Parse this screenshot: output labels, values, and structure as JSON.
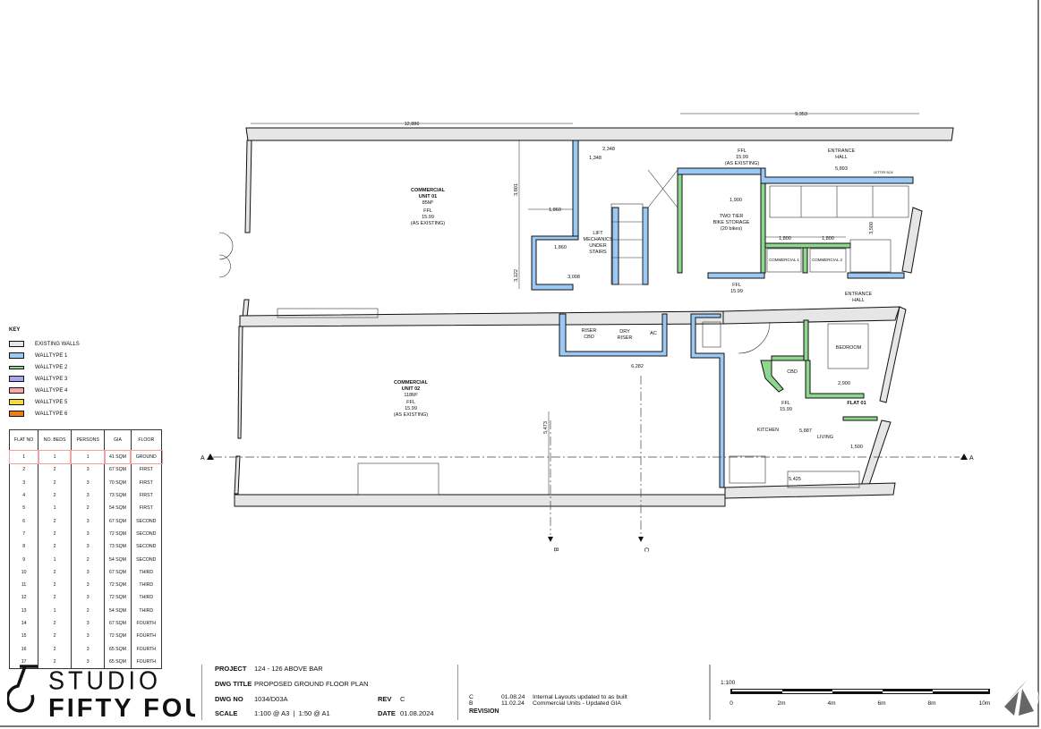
{
  "key": {
    "title": "KEY",
    "items": [
      {
        "label": "EXISTING WALLS",
        "color": "#e6e6e6"
      },
      {
        "label": "WALLTYPE 1",
        "color": "#9cc8f5"
      },
      {
        "label": "WALLTYPE 2",
        "color": "#8fd68f"
      },
      {
        "label": "WALLTYPE 3",
        "color": "#a9a6f0"
      },
      {
        "label": "WALLTYPE 4",
        "color": "#f5a8ae"
      },
      {
        "label": "WALLTYPE 5",
        "color": "#f2dc3a"
      },
      {
        "label": "WALLTYPE 6",
        "color": "#f07c12"
      }
    ]
  },
  "schedule": {
    "headers": [
      "FLAT NO",
      "NO. BEDS",
      "PERSONS",
      "GIA",
      "FLOOR"
    ],
    "highlight_color": "#f2a0a0",
    "rows": [
      [
        "1",
        "1",
        "1",
        "41 SQM",
        "GROUND"
      ],
      [
        "2",
        "2",
        "3",
        "67 SQM",
        "FIRST"
      ],
      [
        "3",
        "2",
        "3",
        "70 SQM",
        "FIRST"
      ],
      [
        "4",
        "2",
        "3",
        "73 SQM",
        "FIRST"
      ],
      [
        "5",
        "1",
        "2",
        "54 SQM",
        "FIRST"
      ],
      [
        "6",
        "2",
        "3",
        "67 SQM",
        "SECOND"
      ],
      [
        "7",
        "2",
        "3",
        "72 SQM",
        "SECOND"
      ],
      [
        "8",
        "2",
        "3",
        "73 SQM",
        "SECOND"
      ],
      [
        "9",
        "1",
        "2",
        "54 SQM",
        "SECOND"
      ],
      [
        "10",
        "2",
        "3",
        "67 SQM",
        "THIRD"
      ],
      [
        "11",
        "2",
        "3",
        "72 SQM",
        "THIRD"
      ],
      [
        "12",
        "2",
        "3",
        "72 SQM",
        "THIRD"
      ],
      [
        "13",
        "1",
        "2",
        "54 SQM",
        "THIRD"
      ],
      [
        "14",
        "2",
        "3",
        "67 SQM",
        "FOURTH"
      ],
      [
        "15",
        "2",
        "3",
        "72 SQM",
        "FOURTH"
      ],
      [
        "16",
        "2",
        "3",
        "65 SQM",
        "FOURTH"
      ],
      [
        "17",
        "2",
        "3",
        "65 SQM",
        "FOURTH"
      ]
    ]
  },
  "plan": {
    "unit01": {
      "name1": "COMMERCIAL",
      "name2": "UNIT 01",
      "area": "85M²",
      "ffl": "FFL",
      "level": "15.99",
      "note": "(AS EXISTING)"
    },
    "unit02": {
      "name1": "COMMERCIAL",
      "name2": "UNIT 02",
      "area": "118M²",
      "ffl": "FFL",
      "level": "15.99",
      "note": "(AS EXISTING)"
    },
    "lift": [
      "LIFT",
      "MECHANICS",
      "UNDER",
      "STAIRS"
    ],
    "bike": [
      "TWO TIER",
      "BIKE STORAGE",
      "(20 bikes)"
    ],
    "entrance_top": {
      "ffl": "FFL",
      "level": "15.99",
      "note": "(AS EXISTING)",
      "hall1": "ENTRANCE",
      "hall2": "HALL"
    },
    "entrance_bottom": {
      "ffl": "FFL",
      "level": "15.99",
      "hall1": "ENTRANCE",
      "hall2": "HALL"
    },
    "letter_box": "LETTER BOX",
    "commercial1": "COMMERCIAL 1",
    "commercial2": "COMMERCIAL 2",
    "riser": [
      "RISER",
      "CBD"
    ],
    "dry_riser": [
      "DRY",
      "RISER"
    ],
    "ac": "AC",
    "bedroom": "BEDROOM",
    "cbd": "CBD",
    "kitchen": "KITCHEN",
    "living": "LIVING",
    "flat": "FLAT 01",
    "flat_ffl": "FFL",
    "flat_level": "15.99",
    "dims": {
      "top_left": "12,886",
      "top_right": "9,353",
      "d1": "1,860",
      "d2": "3,801",
      "d3": "3,122",
      "d4": "2,348",
      "d5": "1,348",
      "d6": "1,900",
      "d7": "5,893",
      "d8": "1,800",
      "d9": "1,800",
      "d10": "5,473",
      "d11": "6,282",
      "d12": "2,900",
      "d13": "5,887",
      "d14": "1,500",
      "d15": "5,425",
      "d16": "3,500",
      "d17": "1,860",
      "d18": "3,008"
    },
    "section_a": "A",
    "section_b": "B",
    "section_c": "C"
  },
  "title_block": {
    "logo_top": "STUDIO",
    "logo_bottom": "FIFTY FOUR",
    "project_label": "PROJECT",
    "project": "124 - 126 ABOVE BAR",
    "title_label": "DWG TITLE",
    "title": "PROPOSED GROUND FLOOR PLAN",
    "dwgno_label": "DWG NO",
    "dwgno": "1034/D03A",
    "rev_label": "REV",
    "rev": "C",
    "scale_label": "SCALE",
    "scale": "1:100 @ A3  |  1:50 @ A1",
    "date_label": "DATE",
    "date": "01.08.2024",
    "revision_label": "REVISION",
    "revisions": [
      {
        "rev": "C",
        "date": "01.08.24",
        "desc": "Internal Layouts updated to as built"
      },
      {
        "rev": "B",
        "date": "11.02.24",
        "desc": "Commercial Units - Updated GIA"
      }
    ],
    "scale_bar": {
      "label": "1:100",
      "ticks": [
        "0",
        "2m",
        "4m",
        "6m",
        "8m",
        "10m"
      ]
    }
  }
}
